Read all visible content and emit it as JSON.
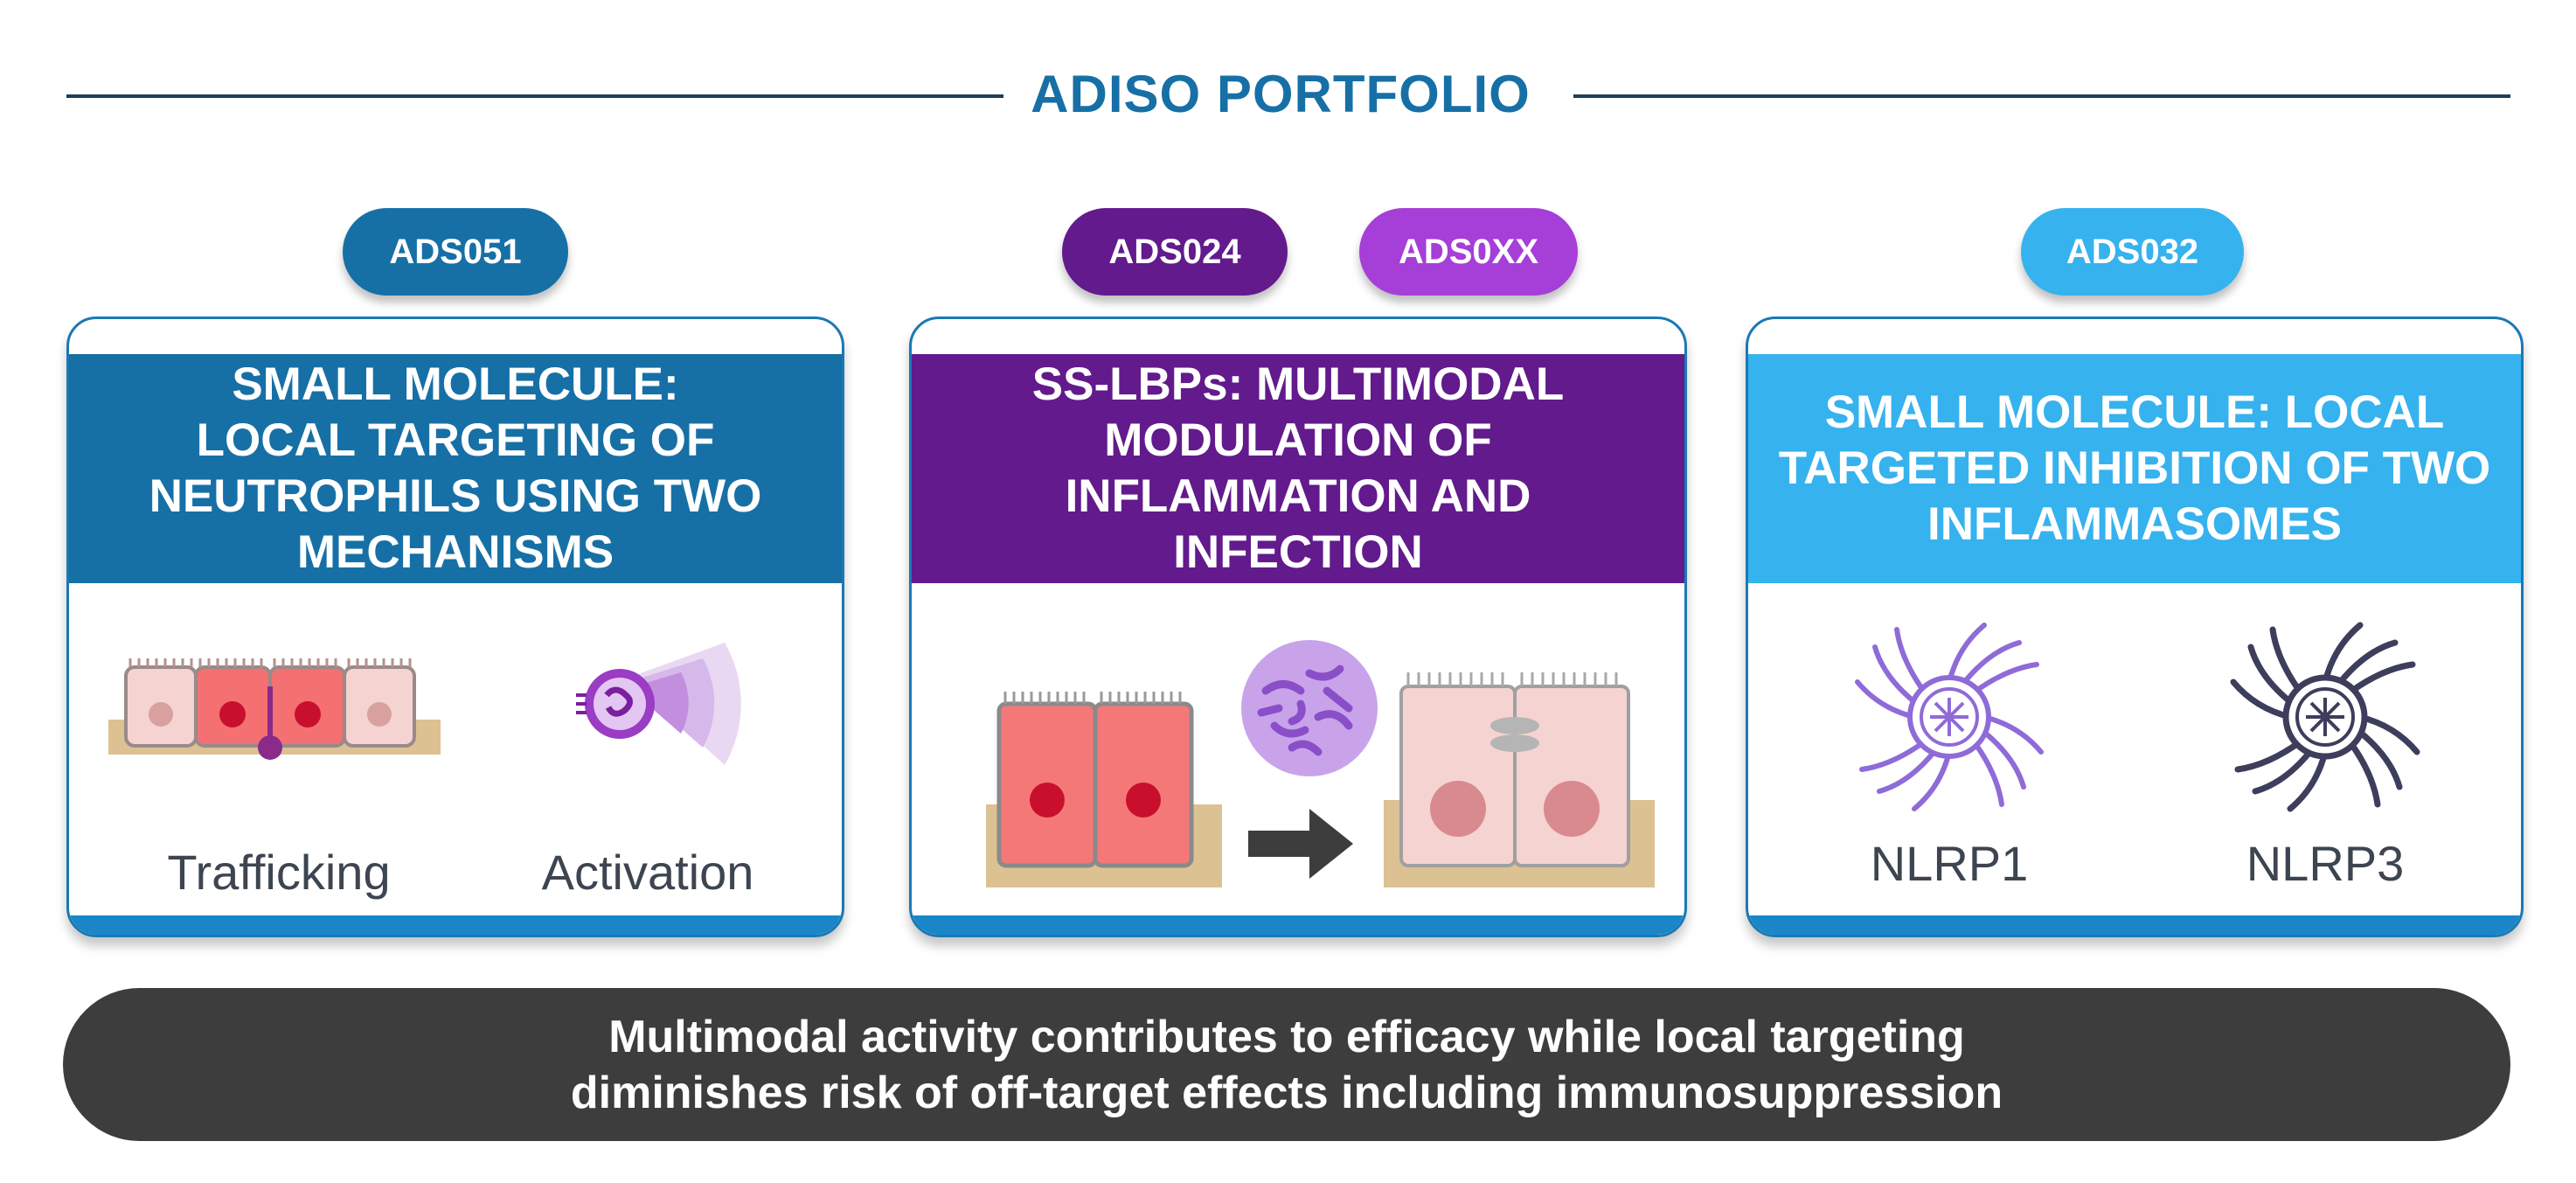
{
  "title": "ADISO PORTFOLIO",
  "pills": {
    "ads051": "ADS051",
    "ads024": "ADS024",
    "ads0xx": "ADS0XX",
    "ads032": "ADS032"
  },
  "cards": [
    {
      "header_lines": [
        "SMALL MOLECULE:",
        "LOCAL TARGETING OF",
        "NEUTROPHILS USING TWO",
        "MECHANISMS"
      ],
      "labels": [
        "Trafficking",
        "Activation"
      ]
    },
    {
      "header_lines": [
        "SS-LBPs: MULTIMODAL",
        "MODULATION OF",
        "INFLAMMATION AND",
        "INFECTION"
      ]
    },
    {
      "header_lines": [
        "SMALL MOLECULE: LOCAL",
        "TARGETED INHIBITION OF TWO",
        "INFLAMMASOMES"
      ],
      "labels": [
        "NLRP1",
        "NLRP3"
      ]
    }
  ],
  "footer": {
    "line1": "Multimodal activity contributes to efficacy while local targeting",
    "line2": "diminishes risk of off-target effects including immunosuppression"
  },
  "colors": {
    "dark_blue": "#1670a6",
    "purple": "#621a8c",
    "violet": "#a63ed8",
    "light_blue": "#36b2ee",
    "dark_gray": "#3d3d3d",
    "navy_line": "#1f3d57"
  }
}
